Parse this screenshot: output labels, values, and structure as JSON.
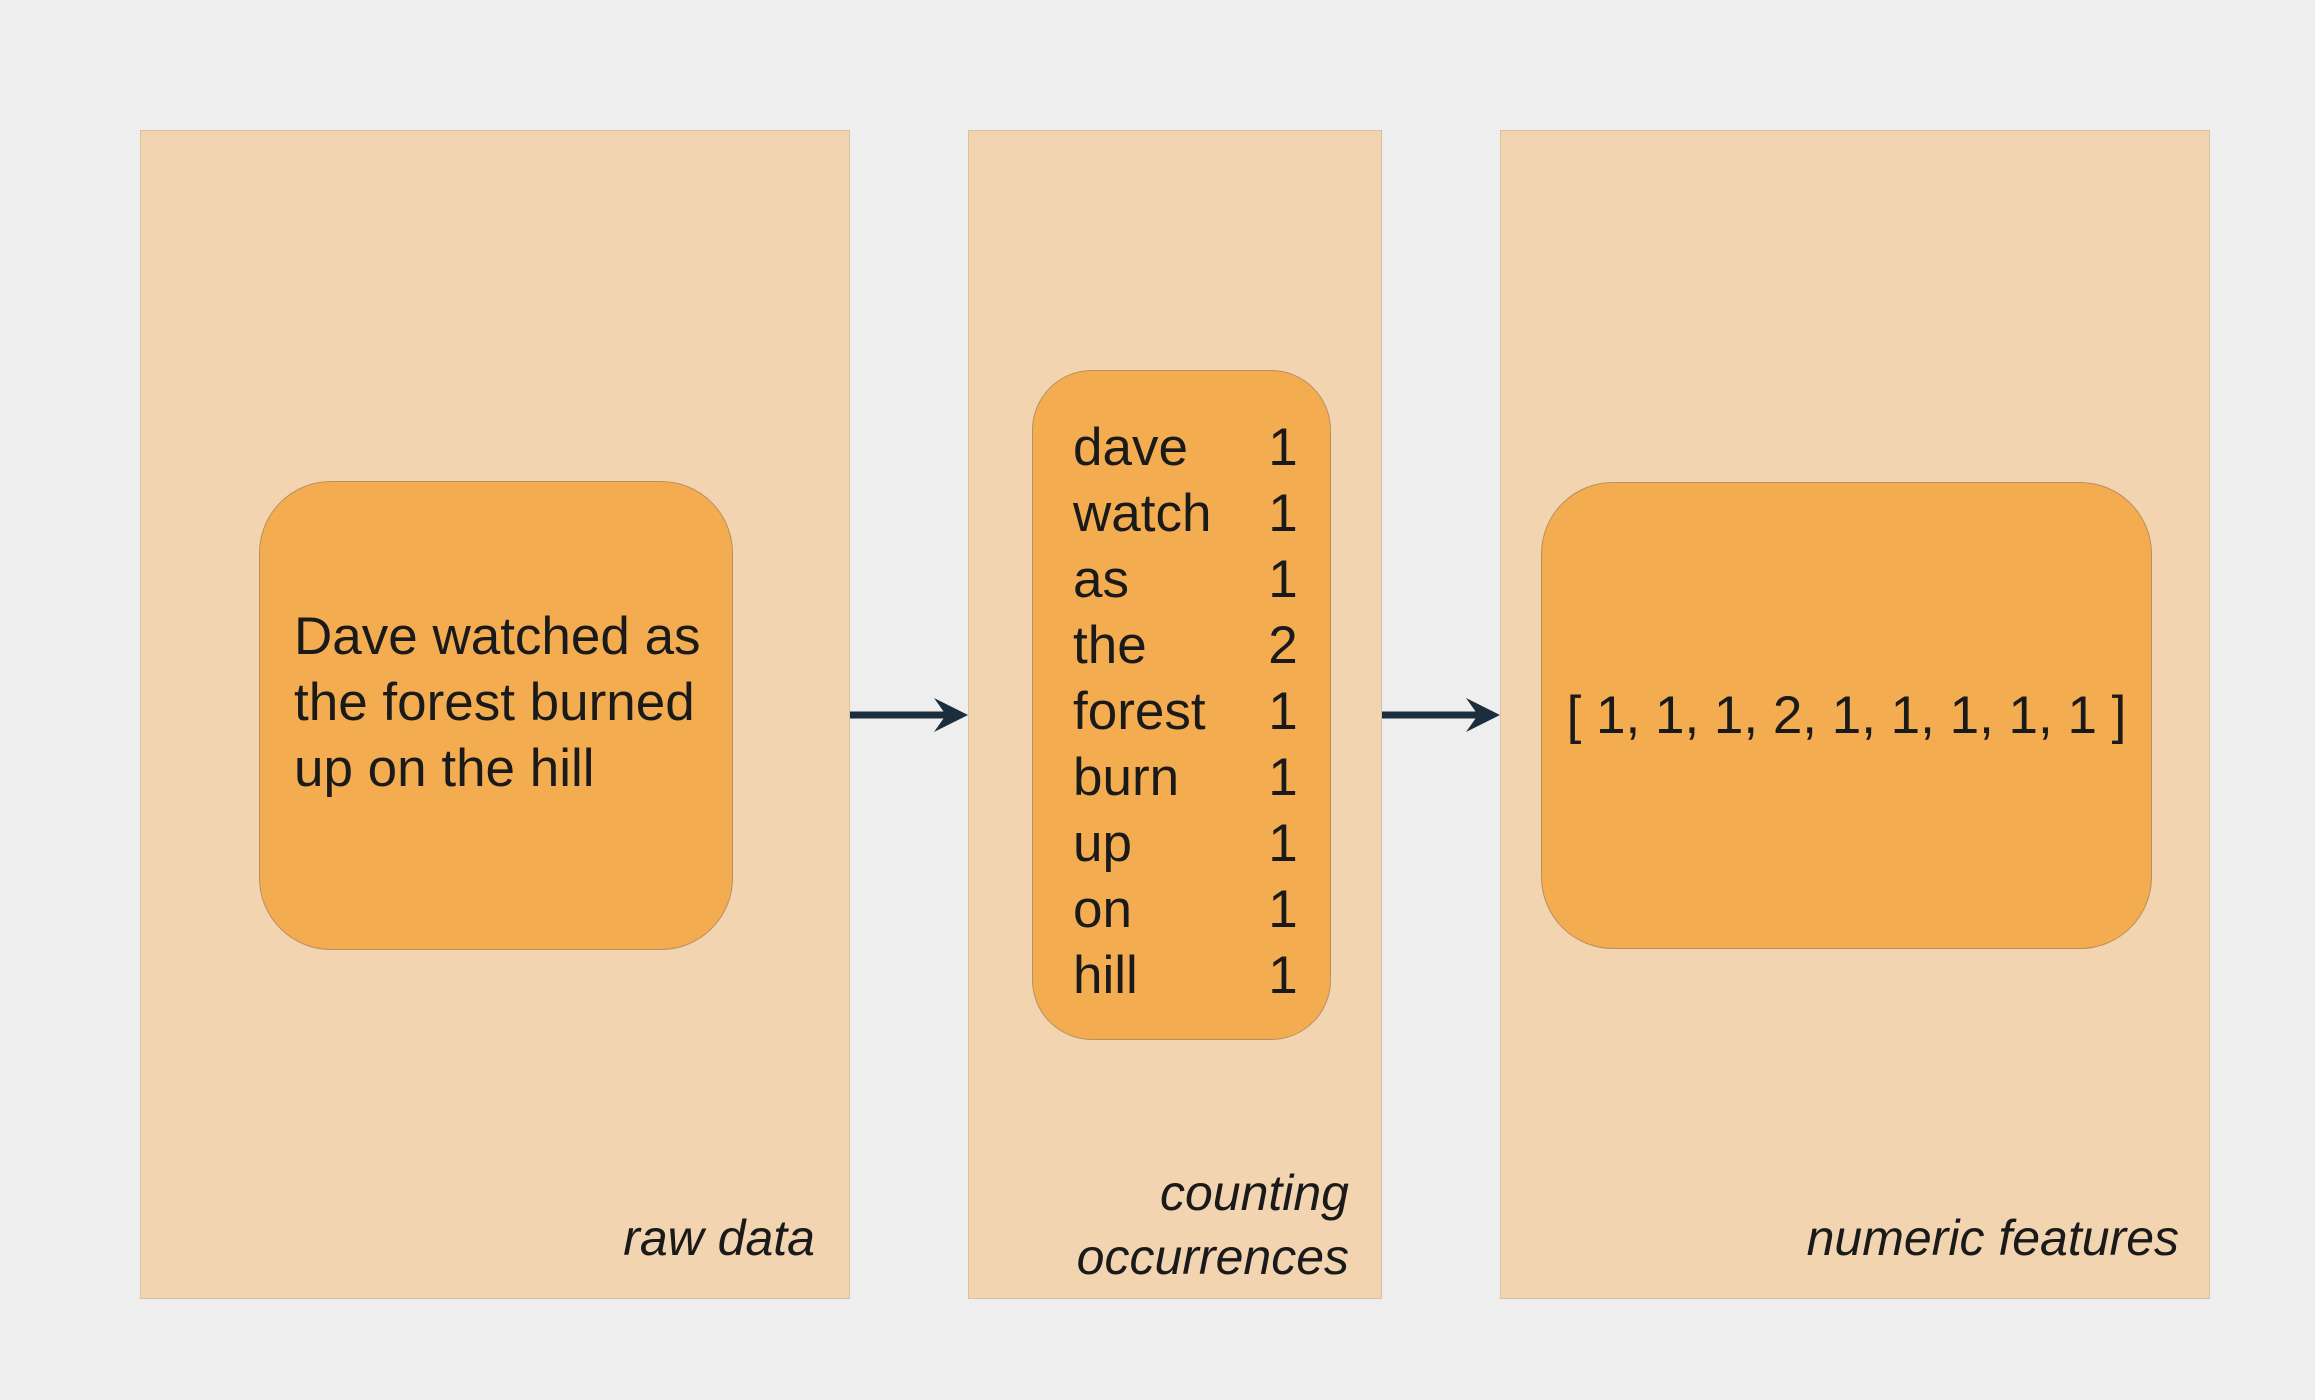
{
  "panels": {
    "raw": {
      "label": "raw data",
      "text": "Dave watched as the forest burned up on the hill"
    },
    "counting": {
      "label_line1": "counting",
      "label_line2": "occurrences",
      "rows": [
        {
          "word": "dave",
          "count": "1"
        },
        {
          "word": "watch",
          "count": "1"
        },
        {
          "word": "as",
          "count": "1"
        },
        {
          "word": "the",
          "count": "2"
        },
        {
          "word": "forest",
          "count": "1"
        },
        {
          "word": "burn",
          "count": "1"
        },
        {
          "word": "up",
          "count": "1"
        },
        {
          "word": "on",
          "count": "1"
        },
        {
          "word": "hill",
          "count": "1"
        }
      ]
    },
    "numeric": {
      "label": "numeric features",
      "vector": "[ 1, 1, 1, 2, 1, 1, 1, 1, 1 ]"
    }
  },
  "colors": {
    "background": "#eeeeee",
    "panel": "#f2d4b1",
    "box": "#f4ac50",
    "arrow": "#1c2e3d"
  }
}
